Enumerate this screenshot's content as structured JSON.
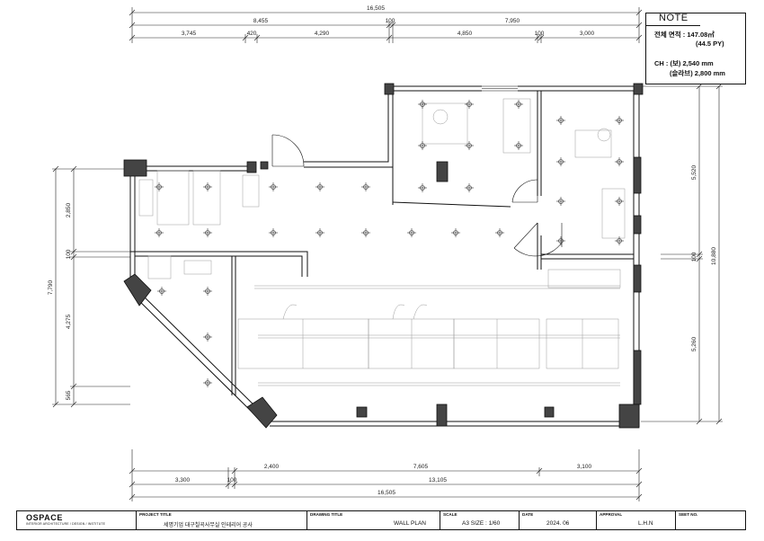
{
  "dimensions": {
    "top_total": "16,505",
    "top_mid": [
      "8,455",
      "100",
      "7,950"
    ],
    "top_detail": [
      "3,745",
      "420",
      "4,290",
      "4,850",
      "100",
      "3,000"
    ],
    "bottom_detail": [
      "2,400",
      "7,605",
      "3,100"
    ],
    "bottom_mid": [
      "3,300",
      "100",
      "13,105"
    ],
    "bottom_total": "16,505",
    "left_total": "7,790",
    "left_detail": [
      "2,850",
      "100",
      "4,275",
      "565"
    ],
    "right_total": "10,880",
    "right_detail": [
      "5,520",
      "100",
      "5,260"
    ]
  },
  "note": {
    "title": "NOTE",
    "area_line": "전체 면적 : 147.08㎡",
    "area_py": "(44.5 PY)",
    "ch_line": "CH : (보) 2,540 mm",
    "slab_line": "(슬라브) 2,800 mm"
  },
  "title_block": {
    "logo": "OSPACE",
    "logo_sub": "INTERIOR ARCHITECTURE / DESIGN / INSTITUTE",
    "project_label": "PROJECT TITLE",
    "project_value": "세명기업 대구칠곡사무실 인테리어 공사",
    "drawing_label": "DRAWING TITLE",
    "drawing_value": "WALL PLAN",
    "scale_label": "SCALE",
    "scale_value": "A3 SIZE : 1/60",
    "date_label": "DATE",
    "date_value": "2024. 06",
    "approval_label": "APPROVAL",
    "approval_value": "L.H.N",
    "sheet_label": "SEET NO.",
    "sheet_value": ""
  },
  "colors": {
    "wall_fill": "#444444",
    "line": "#111111",
    "furniture": "#9a9a9a"
  }
}
